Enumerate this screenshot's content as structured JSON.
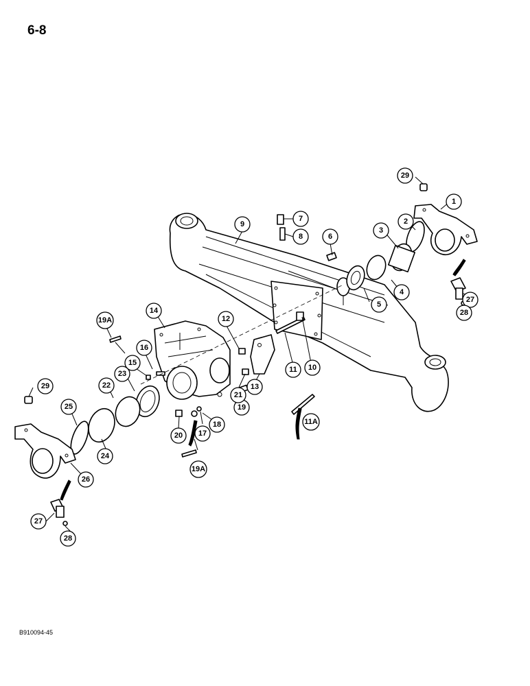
{
  "page_number": "6-8",
  "figure_code": "B910094-45",
  "callouts": {
    "c1": "1",
    "c2": "2",
    "c3": "3",
    "c4": "4",
    "c5": "5",
    "c6": "6",
    "c7": "7",
    "c8": "8",
    "c9": "9",
    "c10": "10",
    "c11": "11",
    "c11a": "11A",
    "c12": "12",
    "c13": "13",
    "c14": "14",
    "c15": "15",
    "c16": "16",
    "c17": "17",
    "c18": "18",
    "c19": "19",
    "c19a_top": "19A",
    "c19a_bottom": "19A",
    "c20": "20",
    "c21": "21",
    "c22": "22",
    "c23": "23",
    "c24": "24",
    "c25": "25",
    "c26": "26",
    "c27_right": "27",
    "c28_right": "28",
    "c29_right": "29",
    "c27_left": "27",
    "c28_left": "28",
    "c29_left": "29"
  }
}
